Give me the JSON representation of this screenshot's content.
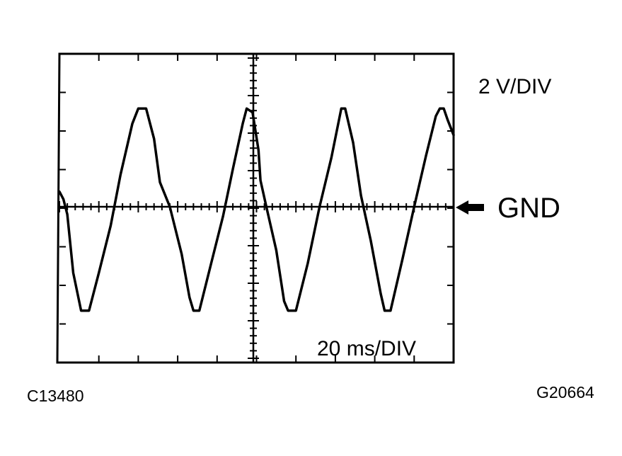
{
  "scope": {
    "vertical_scale": "2 V/DIV",
    "time_scale": "20 ms/DIV",
    "ground_marker": "GND",
    "ground_marker_icon": "left-arrow-icon"
  },
  "figure_codes": {
    "left": "C13480",
    "right": "G20664"
  },
  "chart_data": {
    "type": "line",
    "x_unit": "ms",
    "y_unit": "V",
    "xlim": [
      0,
      200
    ],
    "ylim": [
      -8,
      8
    ],
    "divisions": {
      "x": 10,
      "y": 8
    },
    "grid": false,
    "series": [
      {
        "points": [
          [
            0,
            0.8
          ],
          [
            2,
            0.4
          ],
          [
            4,
            -0.4
          ],
          [
            7,
            -3.5
          ],
          [
            11,
            -5.5
          ],
          [
            15,
            -5.5
          ],
          [
            20,
            -3.5
          ],
          [
            26,
            -1.0
          ],
          [
            31,
            1.7
          ],
          [
            37,
            4.4
          ],
          [
            40,
            5.2
          ],
          [
            44,
            5.2
          ],
          [
            48,
            3.6
          ],
          [
            51,
            1.3
          ],
          [
            56,
            0.0
          ],
          [
            62,
            -2.5
          ],
          [
            66,
            -4.8
          ],
          [
            68,
            -5.5
          ],
          [
            71,
            -5.5
          ],
          [
            77,
            -3.0
          ],
          [
            83,
            -0.5
          ],
          [
            88,
            2.0
          ],
          [
            93,
            4.4
          ],
          [
            95,
            5.2
          ],
          [
            98,
            5.0
          ],
          [
            101,
            3.0
          ],
          [
            102,
            1.4
          ],
          [
            105,
            0.0
          ],
          [
            110,
            -2.3
          ],
          [
            114,
            -5.0
          ],
          [
            116,
            -5.5
          ],
          [
            120,
            -5.5
          ],
          [
            126,
            -3.0
          ],
          [
            132,
            0.0
          ],
          [
            138,
            2.6
          ],
          [
            143,
            5.2
          ],
          [
            145,
            5.2
          ],
          [
            149,
            3.4
          ],
          [
            153,
            0.6
          ],
          [
            158,
            -1.8
          ],
          [
            163,
            -4.6
          ],
          [
            165,
            -5.5
          ],
          [
            168,
            -5.5
          ],
          [
            174,
            -2.8
          ],
          [
            180,
            0.0
          ],
          [
            186,
            2.7
          ],
          [
            191,
            4.8
          ],
          [
            193,
            5.2
          ],
          [
            195,
            5.2
          ],
          [
            197,
            4.6
          ],
          [
            200,
            3.8
          ]
        ]
      }
    ]
  }
}
